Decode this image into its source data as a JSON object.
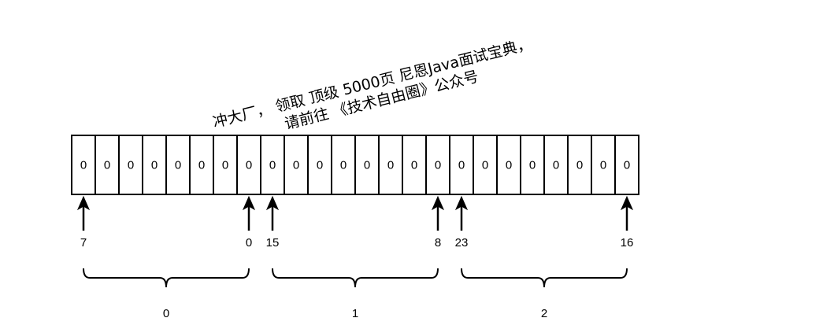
{
  "watermark": {
    "line1": "冲大厂， 领取 顶级 5000页 尼恩Java面试宝典，",
    "line2": "请前往 《技术自由圈》公众号"
  },
  "cells": [
    "0",
    "0",
    "0",
    "0",
    "0",
    "0",
    "0",
    "0",
    "0",
    "0",
    "0",
    "0",
    "0",
    "0",
    "0",
    "0",
    "0",
    "0",
    "0",
    "0",
    "0",
    "0",
    "0",
    "0"
  ],
  "position_labels": [
    {
      "cell": 0,
      "text": "7"
    },
    {
      "cell": 7,
      "text": "0"
    },
    {
      "cell": 8,
      "text": "15"
    },
    {
      "cell": 15,
      "text": "8"
    },
    {
      "cell": 16,
      "text": "23"
    },
    {
      "cell": 23,
      "text": "16"
    }
  ],
  "groups": [
    {
      "from": 0,
      "to": 7,
      "label": "0"
    },
    {
      "from": 8,
      "to": 15,
      "label": "1"
    },
    {
      "from": 16,
      "to": 23,
      "label": "2"
    }
  ],
  "colors": {
    "stroke": "#000000",
    "background": "#ffffff"
  }
}
